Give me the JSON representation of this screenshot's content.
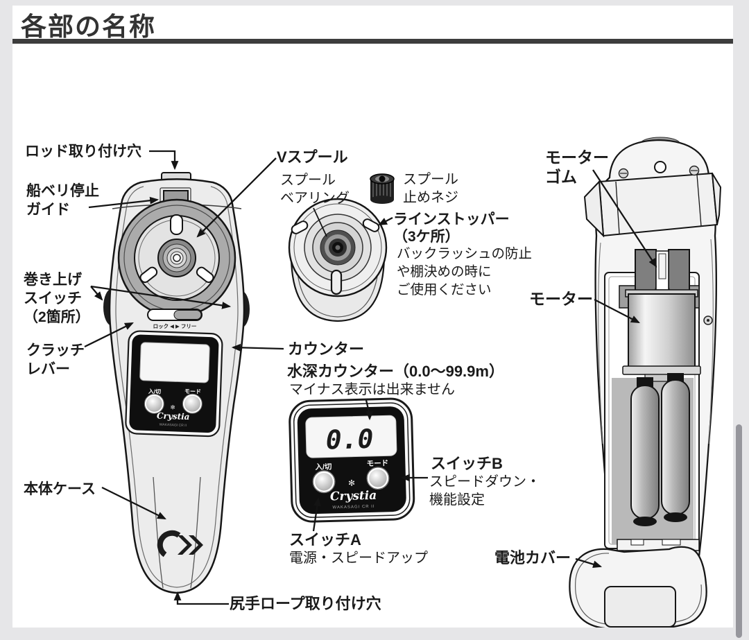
{
  "page": {
    "title": "各部の名称"
  },
  "labels": {
    "rod_hole": "ロッド取り付け穴",
    "stop_guide": [
      "船ベリ停止",
      "ガイド"
    ],
    "wind_switch": [
      "巻き上げ",
      "スイッチ",
      "（2箇所）"
    ],
    "clutch": [
      "クラッチ",
      "レバー"
    ],
    "body_case": "本体ケース",
    "tail_rope": "尻手ロープ取り付け穴",
    "v_spool": "Vスプール",
    "spool_bearing": [
      "スプール",
      "ベアリング"
    ],
    "spool_screw": [
      "スプール",
      "止めネジ"
    ],
    "line_stopper": [
      "ラインストッパー",
      "（3ケ所）"
    ],
    "line_stopper_note": [
      "バックラッシュの防止",
      "や棚決めの時に",
      "ご使用ください"
    ],
    "counter": "カウンター",
    "depth_counter": "水深カウンター（0.0～99.9m）",
    "depth_note": "マイナス表示は出来ません",
    "switch_b": "スイッチB",
    "switch_b_desc": [
      "スピードダウン・",
      "機能設定"
    ],
    "switch_a": "スイッチA",
    "switch_a_desc": "電源・スピードアップ",
    "motor_rubber": [
      "モーター",
      "ゴム"
    ],
    "motor": "モーター",
    "battery_cover": "電池カバー"
  },
  "device": {
    "clutch_scale": "ロック ◀ ▶ フリー",
    "btn_power": "入/切",
    "btn_mode": "モード",
    "brand": "Crystia",
    "brand_sub": "WAKASAGI CR II",
    "lcd_value": "0.0"
  },
  "colors": {
    "frame": "#e6e6e8",
    "ink": "#141414",
    "rule": "#3d3d3d",
    "body_fill": "#ececec",
    "panel": "#0f0f0f",
    "dark_gray": "#7f7f7f",
    "scroll_thumb": "#96969c"
  }
}
